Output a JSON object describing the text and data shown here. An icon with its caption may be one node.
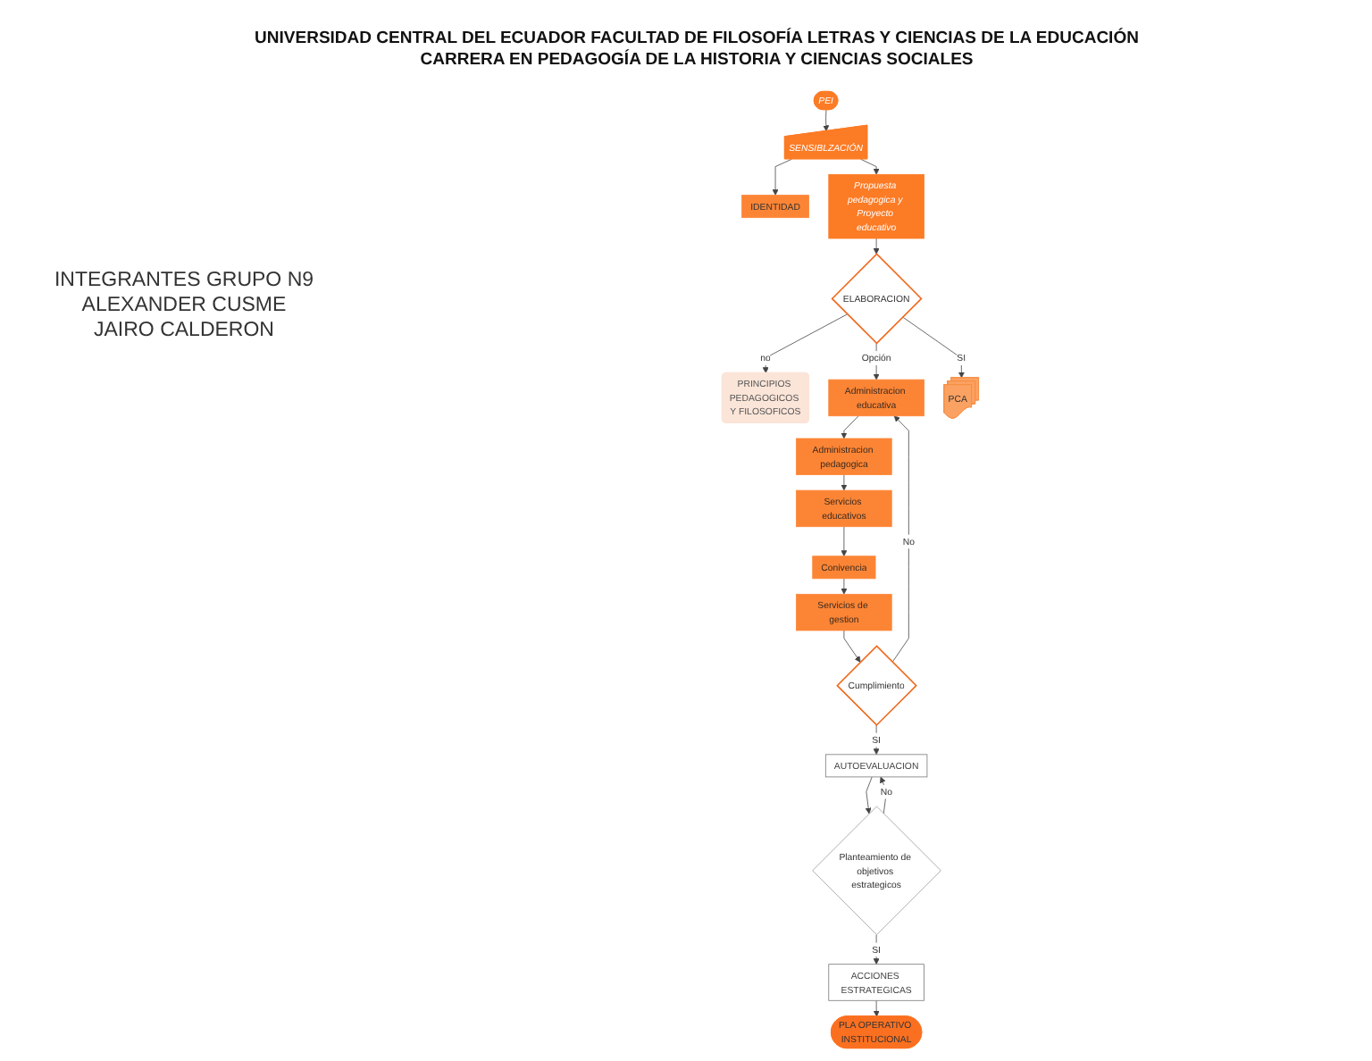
{
  "diagram": {
    "title": "UNIVERSIDAD CENTRAL DEL ECUADOR FACULTAD DE FILOSOFÍA LETRAS Y CIENCIAS DE LA EDUCACIÓN CARRERA EN PEDAGOGÍA DE LA HISTORIA Y CIENCIAS SOCIALES",
    "nodes": [
      {
        "text": [
          "PEI"
        ]
      },
      {
        "text": [
          "SENSIBLZACIÓN"
        ]
      },
      {
        "text": [
          "Propuesta pedagogica y Proyecto educativo"
        ]
      },
      {
        "text": [
          "IDENTIDAD"
        ]
      },
      {
        "text": [
          "ELABORACION"
        ]
      },
      {
        "text": [
          "PCA"
        ]
      },
      {
        "text": [
          "PRINCIPIOS PEDAGOGICOS Y FILOSOFICOS"
        ]
      },
      {
        "text": [
          "Administracion educativa"
        ]
      },
      {
        "text": [
          "Administracion pedagogica"
        ]
      },
      {
        "text": [
          "Servicios educativos"
        ]
      },
      {
        "text": [
          "Conivencia"
        ]
      },
      {
        "text": [
          "Servicios de gestion"
        ]
      },
      {
        "text": [
          "Cumplimiento"
        ]
      },
      {
        "text": [
          "AUTOEVALUACION"
        ]
      },
      {
        "text": [
          "Planteamiento de objetivos estrategicos"
        ]
      },
      {
        "text": [
          "ACCIONES ESTRATEGICAS"
        ]
      },
      {
        "text": [
          "PLA OPERATIVO INSTITUCIONAL"
        ]
      }
    ],
    "edges": [
      {
        "from": 0,
        "to": 1,
        "arrow": "to"
      },
      {
        "from": 1,
        "to": 2,
        "arrow": "to"
      },
      {
        "from": 1,
        "to": 3,
        "arrow": "to"
      },
      {
        "from": 2,
        "to": 4,
        "arrow": "to"
      },
      {
        "from": 4,
        "to": 5,
        "arrow": "to",
        "label": "SI"
      },
      {
        "from": 4,
        "to": 7,
        "arrow": "to",
        "label": "Opción"
      },
      {
        "from": 4,
        "to": 6,
        "arrow": "to",
        "label": "no"
      },
      {
        "from": 7,
        "to": 8,
        "arrow": "to"
      },
      {
        "from": 8,
        "to": 9,
        "arrow": "to"
      },
      {
        "from": 9,
        "to": 10,
        "arrow": "to"
      },
      {
        "from": 10,
        "to": 11,
        "arrow": "to"
      },
      {
        "from": 11,
        "to": 12,
        "arrow": "to"
      },
      {
        "from": 12,
        "to": 13,
        "arrow": "to",
        "label": "SI"
      },
      {
        "from": 12,
        "to": 7,
        "arrow": "to",
        "label": "No"
      },
      {
        "from": 13,
        "to": 14,
        "arrow": "to"
      },
      {
        "from": 14,
        "to": 15,
        "arrow": "to",
        "label": "SI"
      },
      {
        "from": 14,
        "to": 13,
        "arrow": "to",
        "label": "No"
      },
      {
        "from": 15,
        "to": 16,
        "arrow": "to"
      }
    ],
    "labels": [
      "INTEGRANTES GRUPO N9",
      "ALEXANDER CUSME",
      "JAIRO CALDERON"
    ]
  }
}
